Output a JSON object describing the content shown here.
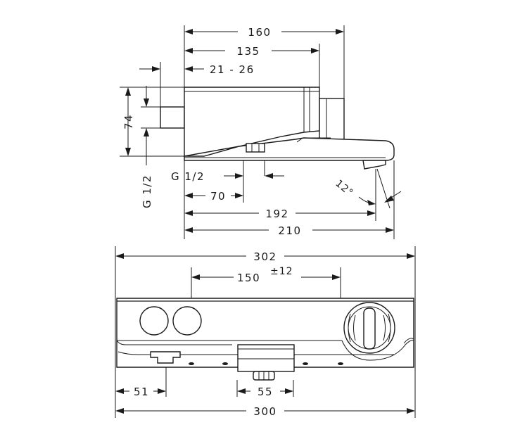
{
  "side_view": {
    "dim_160": "160",
    "dim_135": "135",
    "dim_21_26": "21 - 26",
    "dim_74": "74",
    "dim_g12_vertical": "G 1/2",
    "dim_g12_horizontal": "G 1/2",
    "dim_70": "70",
    "dim_192": "192",
    "dim_210": "210",
    "dim_angle": "12°"
  },
  "front_view": {
    "dim_302": "302",
    "dim_150": "150",
    "dim_tolerance": "±12",
    "dim_51": "51",
    "dim_55": "55",
    "dim_300": "300"
  }
}
